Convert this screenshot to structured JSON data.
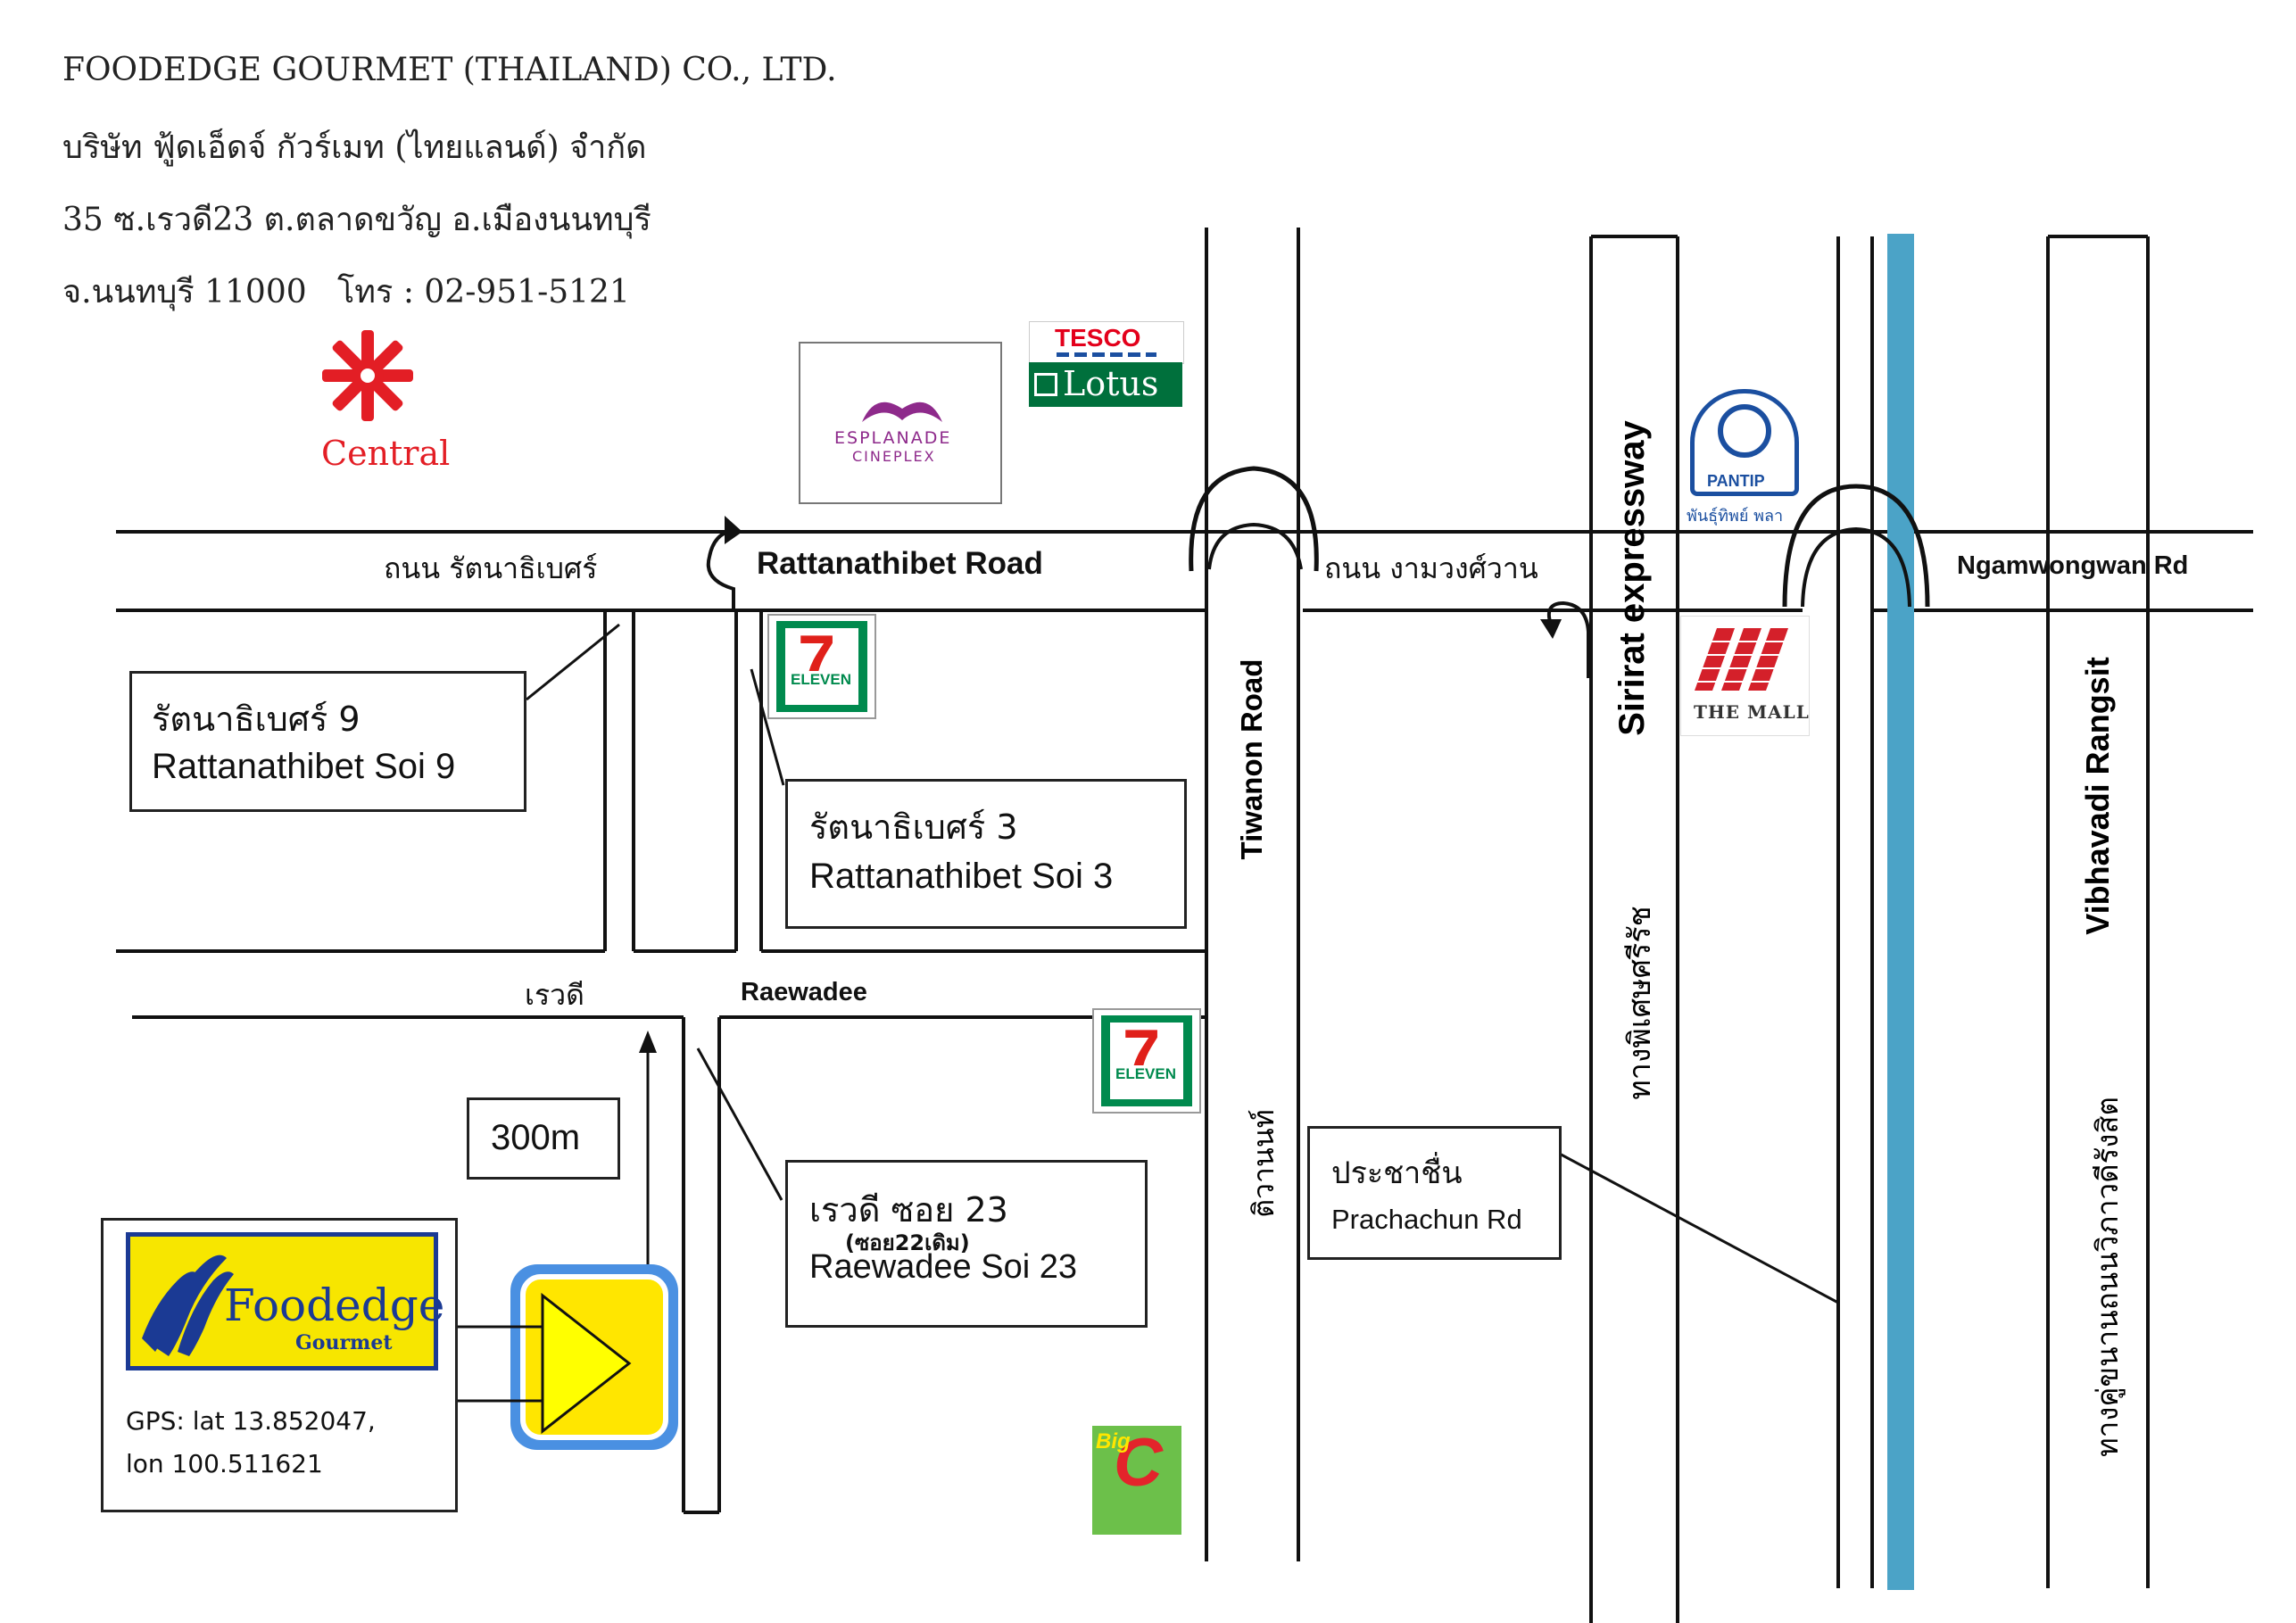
{
  "header": {
    "company_en": "FOODEDGE GOURMET (THAILAND) CO., LTD.",
    "company_th": "บริษัท ฟู้ดเอ็ดจ์ กัวร์เมท (ไทยแลนด์) จำกัด",
    "address1": "35 ซ.เรวดี23 ต.ตลาดขวัญ อ.เมืองนนทบุรี",
    "address2": "จ.นนทบุรี 11000   โทร : 02-951-5121"
  },
  "roads": {
    "rattanathibet_th": "ถนน รัตนาธิเบศร์",
    "rattanathibet_en": "Rattanathibet Road",
    "ngamwongwan_th": "ถนน งามวงศ์วาน",
    "ngamwongwan_en": "Ngamwongwan Rd",
    "raewadee_th": "เรวดี",
    "raewadee_en": "Raewadee",
    "tiwanon_en": "Tiwanon Road",
    "tiwanon_th": "ติวานนท์",
    "sirirat_en": "Sirirat expressway",
    "sirirat_th": "ทางพิเศษศรีรัช",
    "vibhavadi_en": "Vibhavadi Rangsit",
    "vibhavadi_th": "ทางคู่ขนานถนนวิภาวดีรังสิต"
  },
  "callouts": {
    "soi9_th": "รัตนาธิเบศร์ 9",
    "soi9_en": "Rattanathibet Soi 9",
    "soi3_th": "รัตนาธิเบศร์ 3",
    "soi3_en": "Rattanathibet Soi 3",
    "raewadee23_th": "เรวดี ซอย 23",
    "raewadee23_old": "(ซอย22เดิม)",
    "raewadee23_en": "Raewadee Soi 23",
    "prachachun_th": "ประชาชื่น",
    "prachachun_en": "Prachachun Rd",
    "distance": "300m"
  },
  "gps": {
    "line1": "GPS:  lat 13.852047,",
    "line2": "lon 100.511621"
  },
  "logos": {
    "central": "Central",
    "esplanade1": "ESPLANADE",
    "esplanade2": "CINEPLEX",
    "tesco": "TESCO",
    "lotus": "Lotus",
    "pantip": "PANTIP",
    "pantip_th": "พันธุ์ทิพย์ พลา",
    "mall": "THE MALL",
    "eleven": "ELEVEN",
    "bigc_big": "Big",
    "bigc_c": "C",
    "foodedge": "Foodedge",
    "gourmet": "Gourmet"
  },
  "colors": {
    "river": "#4ba3c7",
    "destination_arrow_fill": "#ffff00",
    "destination_arrow_border": "#4a90e2",
    "seven_green": "#008a4e",
    "seven_red": "#e0201a",
    "seven_orange": "#f5821f",
    "central_red": "#e31e25",
    "lotus_green": "#00703c",
    "tesco_red": "#e3001b",
    "esplanade_purple": "#8e2a8b",
    "pantip_blue": "#1b4fa0",
    "mall_red": "#d4202a",
    "foodedge_yellow": "#f7e600",
    "foodedge_blue": "#1b3a94",
    "bigc_green": "#6cc04a",
    "bigc_red": "#e3242b"
  }
}
